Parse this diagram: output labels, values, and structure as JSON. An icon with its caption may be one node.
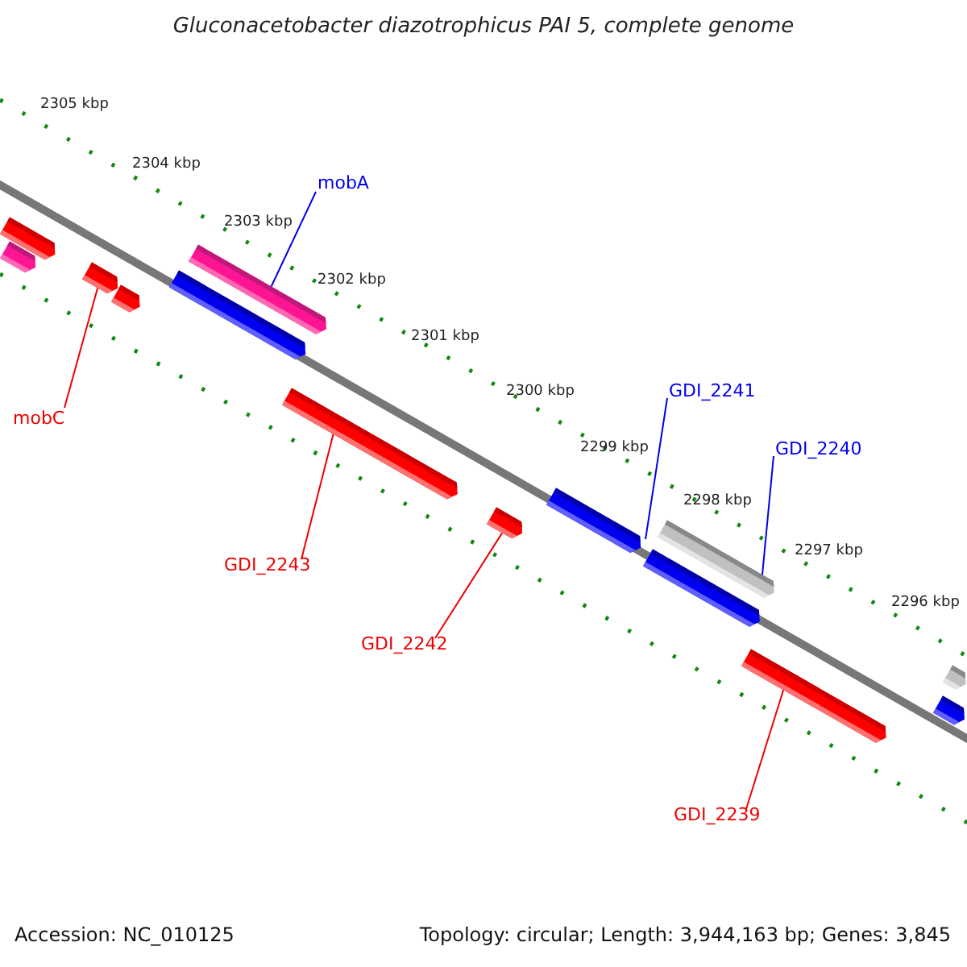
{
  "diagram": {
    "title": "Gluconacetobacter diazotrophicus PAI 5, complete genome",
    "nodes": [
      {
        "text": [
          "mobA"
        ]
      },
      {
        "text": [],
        "shape": "bar"
      },
      {
        "text": [
          "mobC"
        ]
      },
      {
        "text": [],
        "shape": "bar"
      },
      {
        "text": [
          "GDI_2243"
        ]
      },
      {
        "text": [],
        "shape": "bar"
      },
      {
        "text": [
          "GDI_2242"
        ]
      },
      {
        "text": [],
        "shape": "bar"
      },
      {
        "text": [
          "GDI_2241"
        ]
      },
      {
        "text": [],
        "shape": "bar"
      },
      {
        "text": [
          "GDI_2240"
        ]
      },
      {
        "text": [],
        "shape": "bar"
      },
      {
        "text": [
          "GDI_2239"
        ]
      },
      {
        "text": [],
        "shape": "bar"
      },
      {
        "text": [],
        "shape": "bar"
      },
      {
        "text": [],
        "shape": "bar"
      },
      {
        "text": [],
        "shape": "bar"
      },
      {
        "text": [],
        "shape": "bar"
      },
      {
        "text": [],
        "shape": "bar"
      },
      {
        "text": [],
        "shape": "bar"
      },
      {
        "text": [],
        "shape": "bar"
      }
    ],
    "edges": [
      {
        "from": 0,
        "to": 1,
        "arrow": "none",
        "color": "#0000ee"
      },
      {
        "from": 2,
        "to": 3,
        "arrow": "none"
      },
      {
        "from": 4,
        "to": 5,
        "arrow": "none"
      },
      {
        "from": 6,
        "to": 7,
        "arrow": "none"
      },
      {
        "from": 8,
        "to": 9,
        "arrow": "none",
        "color": "#0000ee"
      },
      {
        "from": 10,
        "to": 11,
        "arrow": "none",
        "color": "#0000ee"
      },
      {
        "from": 12,
        "to": 13,
        "arrow": "none"
      }
    ],
    "labels": [
      "2305 kbp",
      "2304 kbp",
      "2303 kbp",
      "2302 kbp",
      "2301 kbp",
      "2300 kbp",
      "2299 kbp",
      "2298 kbp",
      "2297 kbp",
      "2296 kbp",
      "Accession: NC_010125",
      "Topology: circular; Length: 3,944,163 bp; Genes: 3,845"
    ]
  }
}
